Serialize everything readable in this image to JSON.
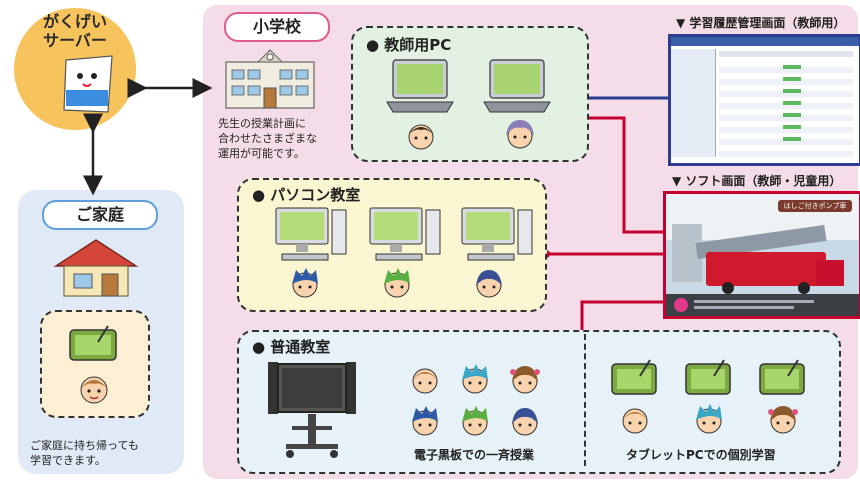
{
  "server": {
    "title_line1": "がくげい",
    "title_line2": "サーバー"
  },
  "home": {
    "tag": "ご家庭",
    "caption_line1": "ご家庭に持ち帰っても",
    "caption_line2": "学習できます。"
  },
  "school": {
    "tag": "小学校",
    "caption_line1": "先生の授業計画に",
    "caption_line2": "合わせたさまざまな",
    "caption_line3": "運用が可能です。",
    "teacher_pc": "● 教師用PC",
    "pc_room": "● パソコン教室",
    "classroom": "● 普通教室",
    "whiteboard_caption": "電子黒板での一斉授業",
    "tablet_caption": "タブレットPCでの個別学習"
  },
  "screens": {
    "history_title": "▼ 学習履歴管理画面（教師用）",
    "software_title": "▼ ソフト画面（教師・児童用）",
    "software_banner": "はしご付きポンプ車"
  },
  "colors": {
    "server_bg": "#f6c35c",
    "home_bg": "#dfeaf6",
    "school_bg": "#f4dde8",
    "teacher_box": "#e3f1e3",
    "pc_room_box": "#fbf6d2",
    "classroom_box": "#e6f2f8",
    "link_blue": "#2a3d8f",
    "link_red": "#c3002f"
  }
}
